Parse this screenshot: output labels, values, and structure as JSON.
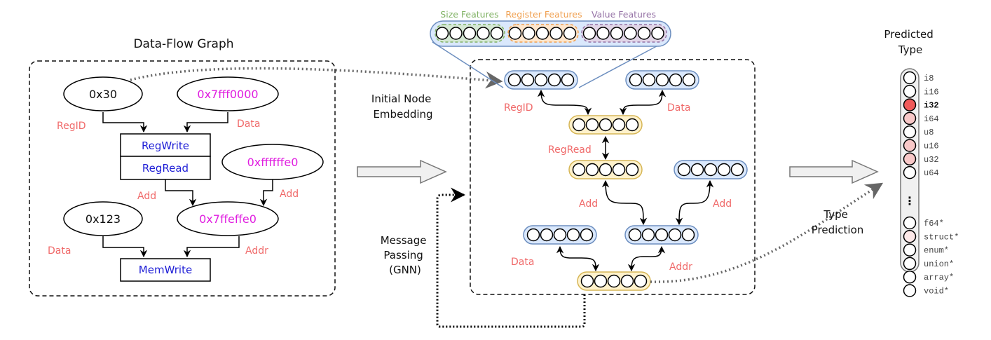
{
  "colors": {
    "edge_label": "#f06a6a",
    "op_text": "#1f1fd6",
    "value_magenta": "#e01ee0",
    "blue_fill": "#dae8fc",
    "blue_stroke": "#6c8ebf",
    "yellow_fill": "#fff2cc",
    "yellow_stroke": "#d6b656",
    "size_green": "#82b366",
    "register_orange": "#f0a050",
    "value_purple": "#9673a6",
    "pred_strong": "#f05a5a",
    "pred_mid": "#f8c8c8",
    "pred_light": "#fde8e8"
  },
  "dfg": {
    "title": "Data-Flow Graph",
    "nodes": {
      "n0x30": "0x30",
      "n0x7fff0000": "0x7fff0000",
      "regwrite": "RegWrite",
      "regread": "RegRead",
      "n0xffffffe0": "0xffffffe0",
      "n0x7ffeffe0": "0x7ffeffe0",
      "n0x123": "0x123",
      "memwrite": "MemWrite"
    },
    "edge_labels": {
      "regid": "RegID",
      "data1": "Data",
      "add1": "Add",
      "add2": "Add",
      "data2": "Data",
      "addr": "Addr"
    }
  },
  "stages": {
    "initial_embedding": [
      "Initial Node",
      "Embedding"
    ],
    "message_passing": [
      "Message",
      "Passing",
      "(GNN)"
    ],
    "type_prediction": [
      "Type",
      "Prediction"
    ]
  },
  "features": {
    "size": "Size Features",
    "register": "Register Features",
    "value": "Value Features"
  },
  "gnn": {
    "edge_labels": {
      "regid": "RegID",
      "data1": "Data",
      "regread": "RegRead",
      "add1": "Add",
      "add2": "Add",
      "data2": "Data",
      "addr": "Addr"
    }
  },
  "prediction": {
    "title": [
      "Predicted",
      "Type"
    ],
    "ellipsis": "⋮",
    "types_top": [
      {
        "label": "i8",
        "level": "none"
      },
      {
        "label": "i16",
        "level": "none"
      },
      {
        "label": "i32",
        "level": "strong"
      },
      {
        "label": "i64",
        "level": "mid"
      },
      {
        "label": "u8",
        "level": "none"
      },
      {
        "label": "u16",
        "level": "mid"
      },
      {
        "label": "u32",
        "level": "mid"
      },
      {
        "label": "u64",
        "level": "none"
      }
    ],
    "types_bottom": [
      {
        "label": "f64*",
        "level": "none"
      },
      {
        "label": "struct*",
        "level": "light"
      },
      {
        "label": "enum*",
        "level": "none"
      },
      {
        "label": "union*",
        "level": "none"
      },
      {
        "label": "array*",
        "level": "none"
      },
      {
        "label": "void*",
        "level": "none"
      }
    ],
    "selected": "i32"
  }
}
